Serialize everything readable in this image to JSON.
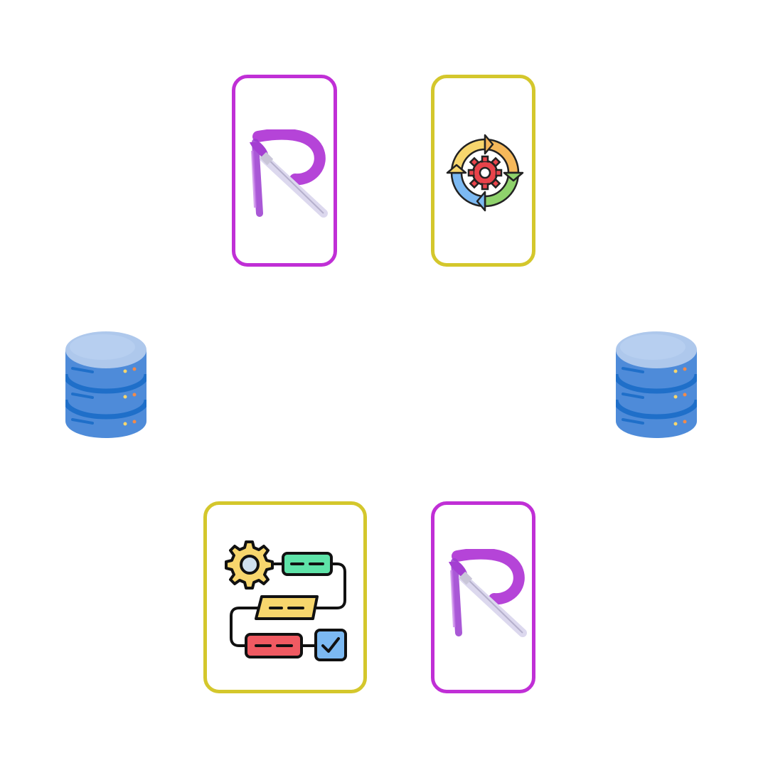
{
  "colors": {
    "magenta_border": "#c02fd6",
    "yellow_border": "#d4c72c",
    "db_body": "#4e8bd9",
    "db_top": "#aec8ec",
    "db_band": "#1f6fc9"
  },
  "cards": [
    {
      "id": "card-top-left",
      "icon": "brush-r-logo-icon",
      "border": "magenta"
    },
    {
      "id": "card-top-right",
      "icon": "cycle-gear-icon",
      "border": "yellow"
    },
    {
      "id": "card-bottom-left",
      "icon": "workflow-process-icon",
      "border": "yellow"
    },
    {
      "id": "card-bottom-right",
      "icon": "brush-r-logo-icon",
      "border": "magenta"
    }
  ],
  "databases": [
    {
      "id": "database-left",
      "icon": "database-icon"
    },
    {
      "id": "database-right",
      "icon": "database-icon"
    }
  ]
}
